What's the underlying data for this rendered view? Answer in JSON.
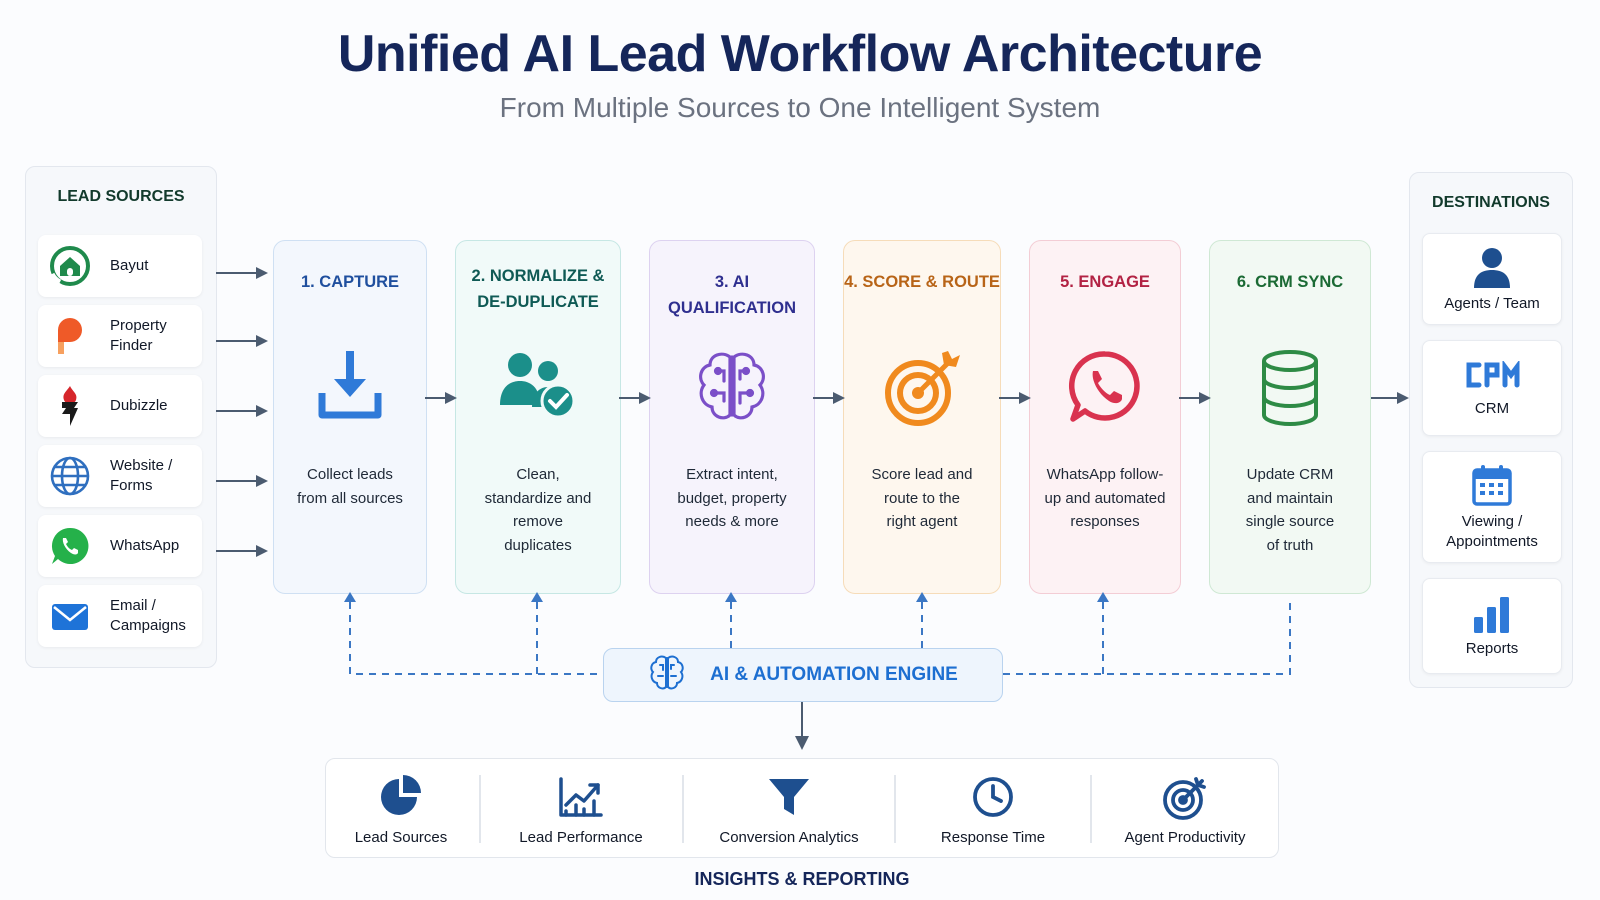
{
  "title": "Unified AI Lead Workflow Architecture",
  "subtitle": "From Multiple Sources to One Intelligent System",
  "lead_sources": {
    "heading": "LEAD SOURCES",
    "items": [
      {
        "label": "Bayut",
        "icon": "home-circle-icon",
        "color": "#1f8a4c"
      },
      {
        "label": "Property Finder",
        "icon": "property-finder-logo-icon",
        "color": "#ef5a28"
      },
      {
        "label": "Dubizzle",
        "icon": "dubizzle-logo-icon",
        "color": "#d6262b"
      },
      {
        "label": "Website / Forms",
        "icon": "globe-icon",
        "color": "#2f6fbf"
      },
      {
        "label": "WhatsApp",
        "icon": "whatsapp-icon",
        "color": "#25b14a"
      },
      {
        "label": "Email / Campaigns",
        "icon": "envelope-icon",
        "color": "#1e73d8"
      }
    ]
  },
  "stages": [
    {
      "title": "1. CAPTURE",
      "desc": "Collect leads from all sources",
      "icon": "download-icon",
      "color": "#1f4f9e",
      "accent": "#2f7ad8",
      "bg": "#f3f7fd",
      "border": "#cfe0f3"
    },
    {
      "title": "2. NORMALIZE & DE-DUPLICATE",
      "desc": "Clean, standardize and remove duplicates",
      "icon": "users-check-icon",
      "color": "#0f5a55",
      "accent": "#1b8f8a",
      "bg": "#f1faf9",
      "border": "#c6e7e4"
    },
    {
      "title": "3. AI QUALIFICATION",
      "desc": "Extract intent, budget, property needs & more",
      "icon": "brain-circuit-icon",
      "color": "#2f2f8f",
      "accent": "#7b4fc8",
      "bg": "#f6f3fc",
      "border": "#ddd2f0"
    },
    {
      "title": "4. SCORE & ROUTE",
      "desc": "Score lead and route to the right agent",
      "icon": "target-arrow-icon",
      "color": "#b86417",
      "accent": "#f08a1e",
      "bg": "#fef7ee",
      "border": "#f6dcb9"
    },
    {
      "title": "5. ENGAGE",
      "desc": "WhatsApp follow-up and automated responses",
      "icon": "whatsapp-chat-icon",
      "color": "#b22243",
      "accent": "#d9334f",
      "bg": "#fdf2f4",
      "border": "#f3cdd5"
    },
    {
      "title": "6. CRM SYNC",
      "desc": "Update CRM and maintain single source of truth",
      "icon": "database-icon",
      "color": "#1b6a34",
      "accent": "#2e8b45",
      "bg": "#f2f9f3",
      "border": "#cfe8d4"
    }
  ],
  "destinations": {
    "heading": "DESTINATIONS",
    "items": [
      {
        "label": "Agents / Team",
        "icon": "person-icon"
      },
      {
        "label": "CRM",
        "icon": "crm-icon"
      },
      {
        "label": "Viewing / Appointments",
        "icon": "calendar-icon"
      },
      {
        "label": "Reports",
        "icon": "bar-chart-icon"
      }
    ]
  },
  "engine": {
    "label": "AI & AUTOMATION ENGINE",
    "icon": "brain-circuit-icon",
    "color": "#1d6fd1"
  },
  "insights": {
    "heading": "INSIGHTS & REPORTING",
    "items": [
      {
        "label": "Lead Sources",
        "icon": "pie-chart-icon"
      },
      {
        "label": "Lead Performance",
        "icon": "trend-chart-icon"
      },
      {
        "label": "Conversion Analytics",
        "icon": "funnel-icon"
      },
      {
        "label": "Response Time",
        "icon": "clock-icon"
      },
      {
        "label": "Agent Productivity",
        "icon": "target-icon"
      }
    ]
  },
  "colors": {
    "primary_text": "#15265a",
    "arrow": "#4b5b70",
    "dashed_line": "#3b77c4",
    "icon_dark": "#1e4f8f"
  }
}
